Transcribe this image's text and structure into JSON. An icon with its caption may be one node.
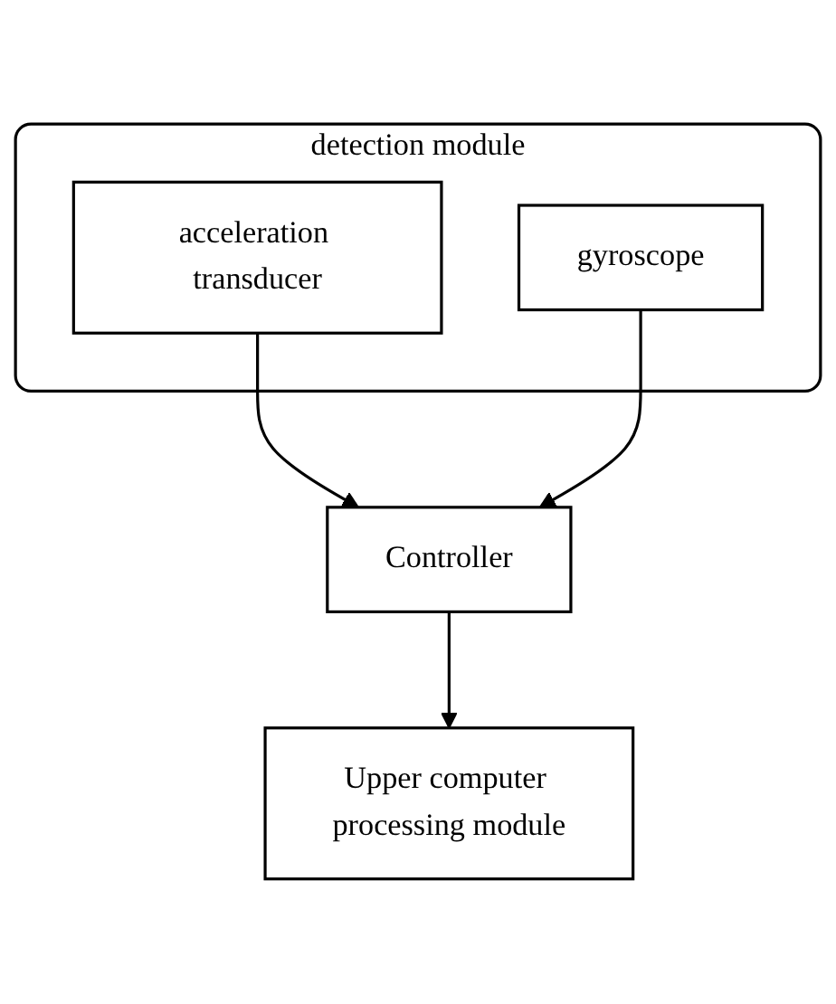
{
  "diagram": {
    "nodes": [
      {
        "text": [
          "detection module"
        ]
      },
      {
        "text": [
          "acceleration transducer"
        ],
        "in": 0
      },
      {
        "text": [
          "gyroscope"
        ],
        "in": 0
      },
      {
        "text": [
          "Controller"
        ]
      },
      {
        "text": [
          "Upper computer processing module"
        ]
      }
    ],
    "edges": [
      {
        "from": 1,
        "to": 3,
        "arrow": "to"
      },
      {
        "from": 2,
        "to": 3,
        "arrow": "to"
      },
      {
        "from": 3,
        "to": 4,
        "arrow": "to"
      }
    ]
  }
}
